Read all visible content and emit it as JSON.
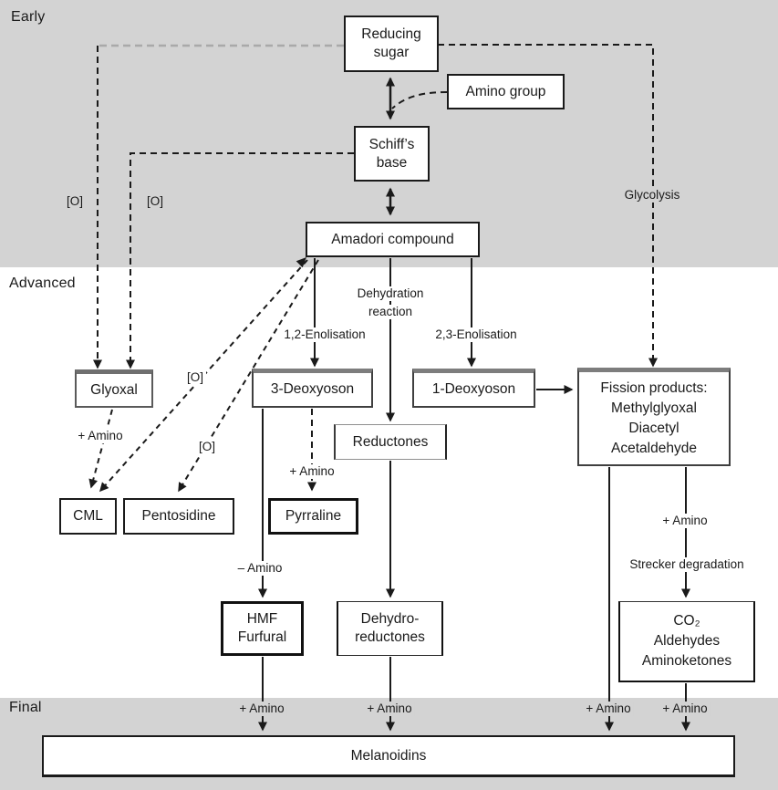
{
  "stages": {
    "early": "Early",
    "advanced": "Advanced",
    "final": "Final"
  },
  "nodes": {
    "reducing_sugar": {
      "lines": [
        "Reducing",
        "sugar"
      ]
    },
    "amino_group": {
      "lines": [
        "Amino group"
      ]
    },
    "schiffs_base": {
      "lines": [
        "Schiff’s",
        "base"
      ]
    },
    "amadori": {
      "lines": [
        "Amadori compound"
      ]
    },
    "glyoxal": {
      "lines": [
        "Glyoxal"
      ]
    },
    "deoxyoson_3": {
      "lines": [
        "3-Deoxyoson"
      ]
    },
    "deoxyoson_1": {
      "lines": [
        "1-Deoxyoson"
      ]
    },
    "fission_products": {
      "lines": [
        "Fission products:",
        "Methylglyoxal",
        "Diacetyl",
        "Acetaldehyde"
      ]
    },
    "reductones": {
      "lines": [
        "Reductones"
      ]
    },
    "cml": {
      "lines": [
        "CML"
      ]
    },
    "pentosidine": {
      "lines": [
        "Pentosidine"
      ]
    },
    "pyrraline": {
      "lines": [
        "Pyrraline"
      ]
    },
    "hmf_furfural": {
      "lines": [
        "HMF",
        "Furfural"
      ]
    },
    "dehydroreductones": {
      "lines": [
        "Dehydro-",
        "reductones"
      ]
    },
    "strecker_products": {
      "lines": [
        "CO₂",
        "Aldehydes",
        "Aminoketones"
      ]
    },
    "melanoidins": {
      "lines": [
        "Melanoidins"
      ]
    }
  },
  "labels": {
    "oxidation": "[O]",
    "glycolysis": "Glycolysis",
    "dehydration_line1": "Dehydration",
    "dehydration_line2": "reaction",
    "enolisation_12": "1,2-Enolisation",
    "enolisation_23": "2,3-Enolisation",
    "plus_amino": "+ Amino",
    "minus_amino": "– Amino",
    "strecker": "Strecker degradation"
  },
  "colors": {
    "stage_band": "#d3d3d3",
    "line": "#1a1a1a",
    "box_border": "#1a1a1a",
    "shaded_box_top": "#7d7d7d",
    "muted_dash": "#a9a9a9",
    "box_fill": "#ffffff"
  }
}
